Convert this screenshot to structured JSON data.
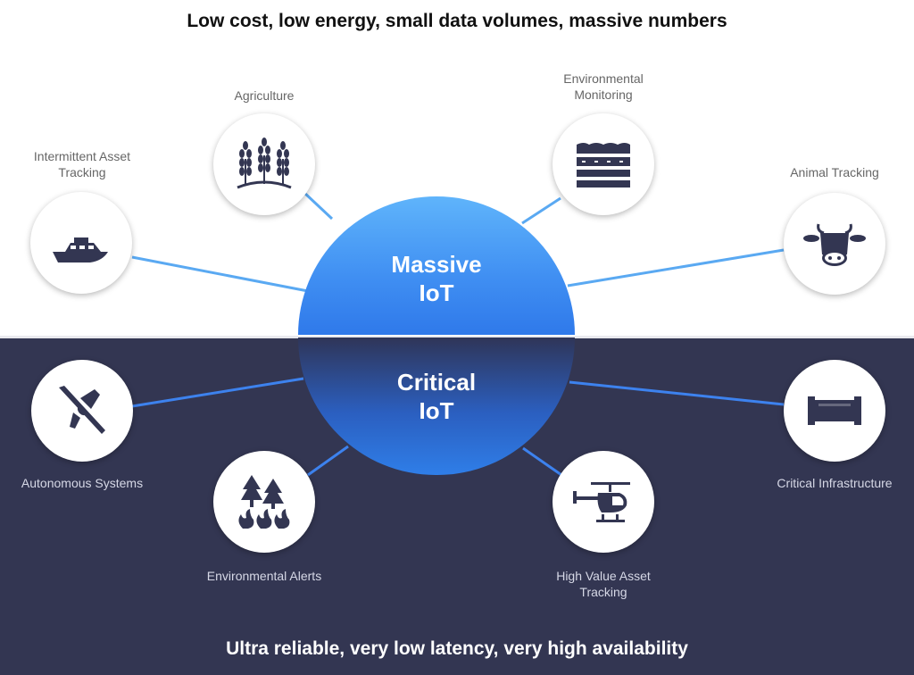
{
  "headline_top": "Low cost, low energy, small data volumes, massive numbers",
  "headline_bottom": "Ultra reliable, very low latency, very high availability",
  "hubs": {
    "massive": [
      "Massive",
      "IoT"
    ],
    "critical": [
      "Critical",
      "IoT"
    ]
  },
  "massive_nodes": [
    {
      "label": [
        "Intermittent Asset",
        "Tracking"
      ],
      "icon": "boat-icon"
    },
    {
      "label": [
        "Agriculture"
      ],
      "icon": "wheat-icon"
    },
    {
      "label": [
        "Environmental",
        "Monitoring"
      ],
      "icon": "soil-layers-icon"
    },
    {
      "label": [
        "Animal Tracking"
      ],
      "icon": "cow-icon"
    }
  ],
  "critical_nodes": [
    {
      "label": [
        "Autonomous Systems"
      ],
      "icon": "drone-icon"
    },
    {
      "label": [
        "Environmental Alerts"
      ],
      "icon": "forest-fire-icon"
    },
    {
      "label": [
        "High Value Asset",
        "Tracking"
      ],
      "icon": "helicopter-icon"
    },
    {
      "label": [
        "Critical Infrastructure"
      ],
      "icon": "pipe-icon"
    }
  ],
  "colors": {
    "top_background": "#ffffff",
    "bottom_background": "#333652",
    "connector_top": "#5aa9f2",
    "connector_bottom": "#3d82ee",
    "icon_fill": "#333652"
  }
}
